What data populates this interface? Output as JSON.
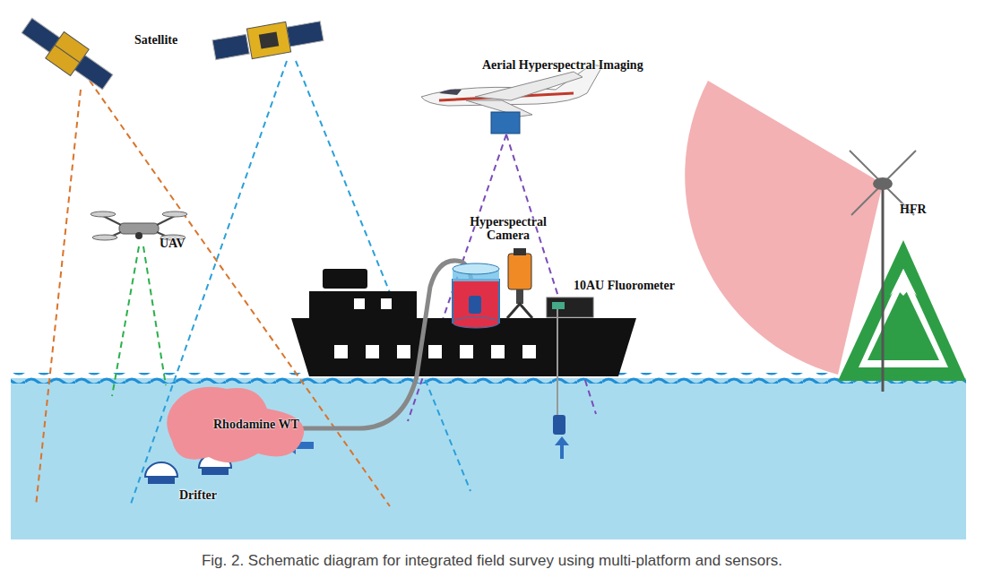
{
  "diagram": {
    "caption": "Fig. 2. Schematic diagram for integrated field survey using multi-platform and sensors.",
    "nodes": [
      {
        "text": [
          "Rhodamine WT"
        ]
      }
    ],
    "labels": [
      "Satellite",
      "Aerial Hyperspectral Imaging",
      "UAV",
      "Hyperspectral Camera",
      "10AU Fluorometer",
      "HFR",
      "Drifter"
    ]
  }
}
